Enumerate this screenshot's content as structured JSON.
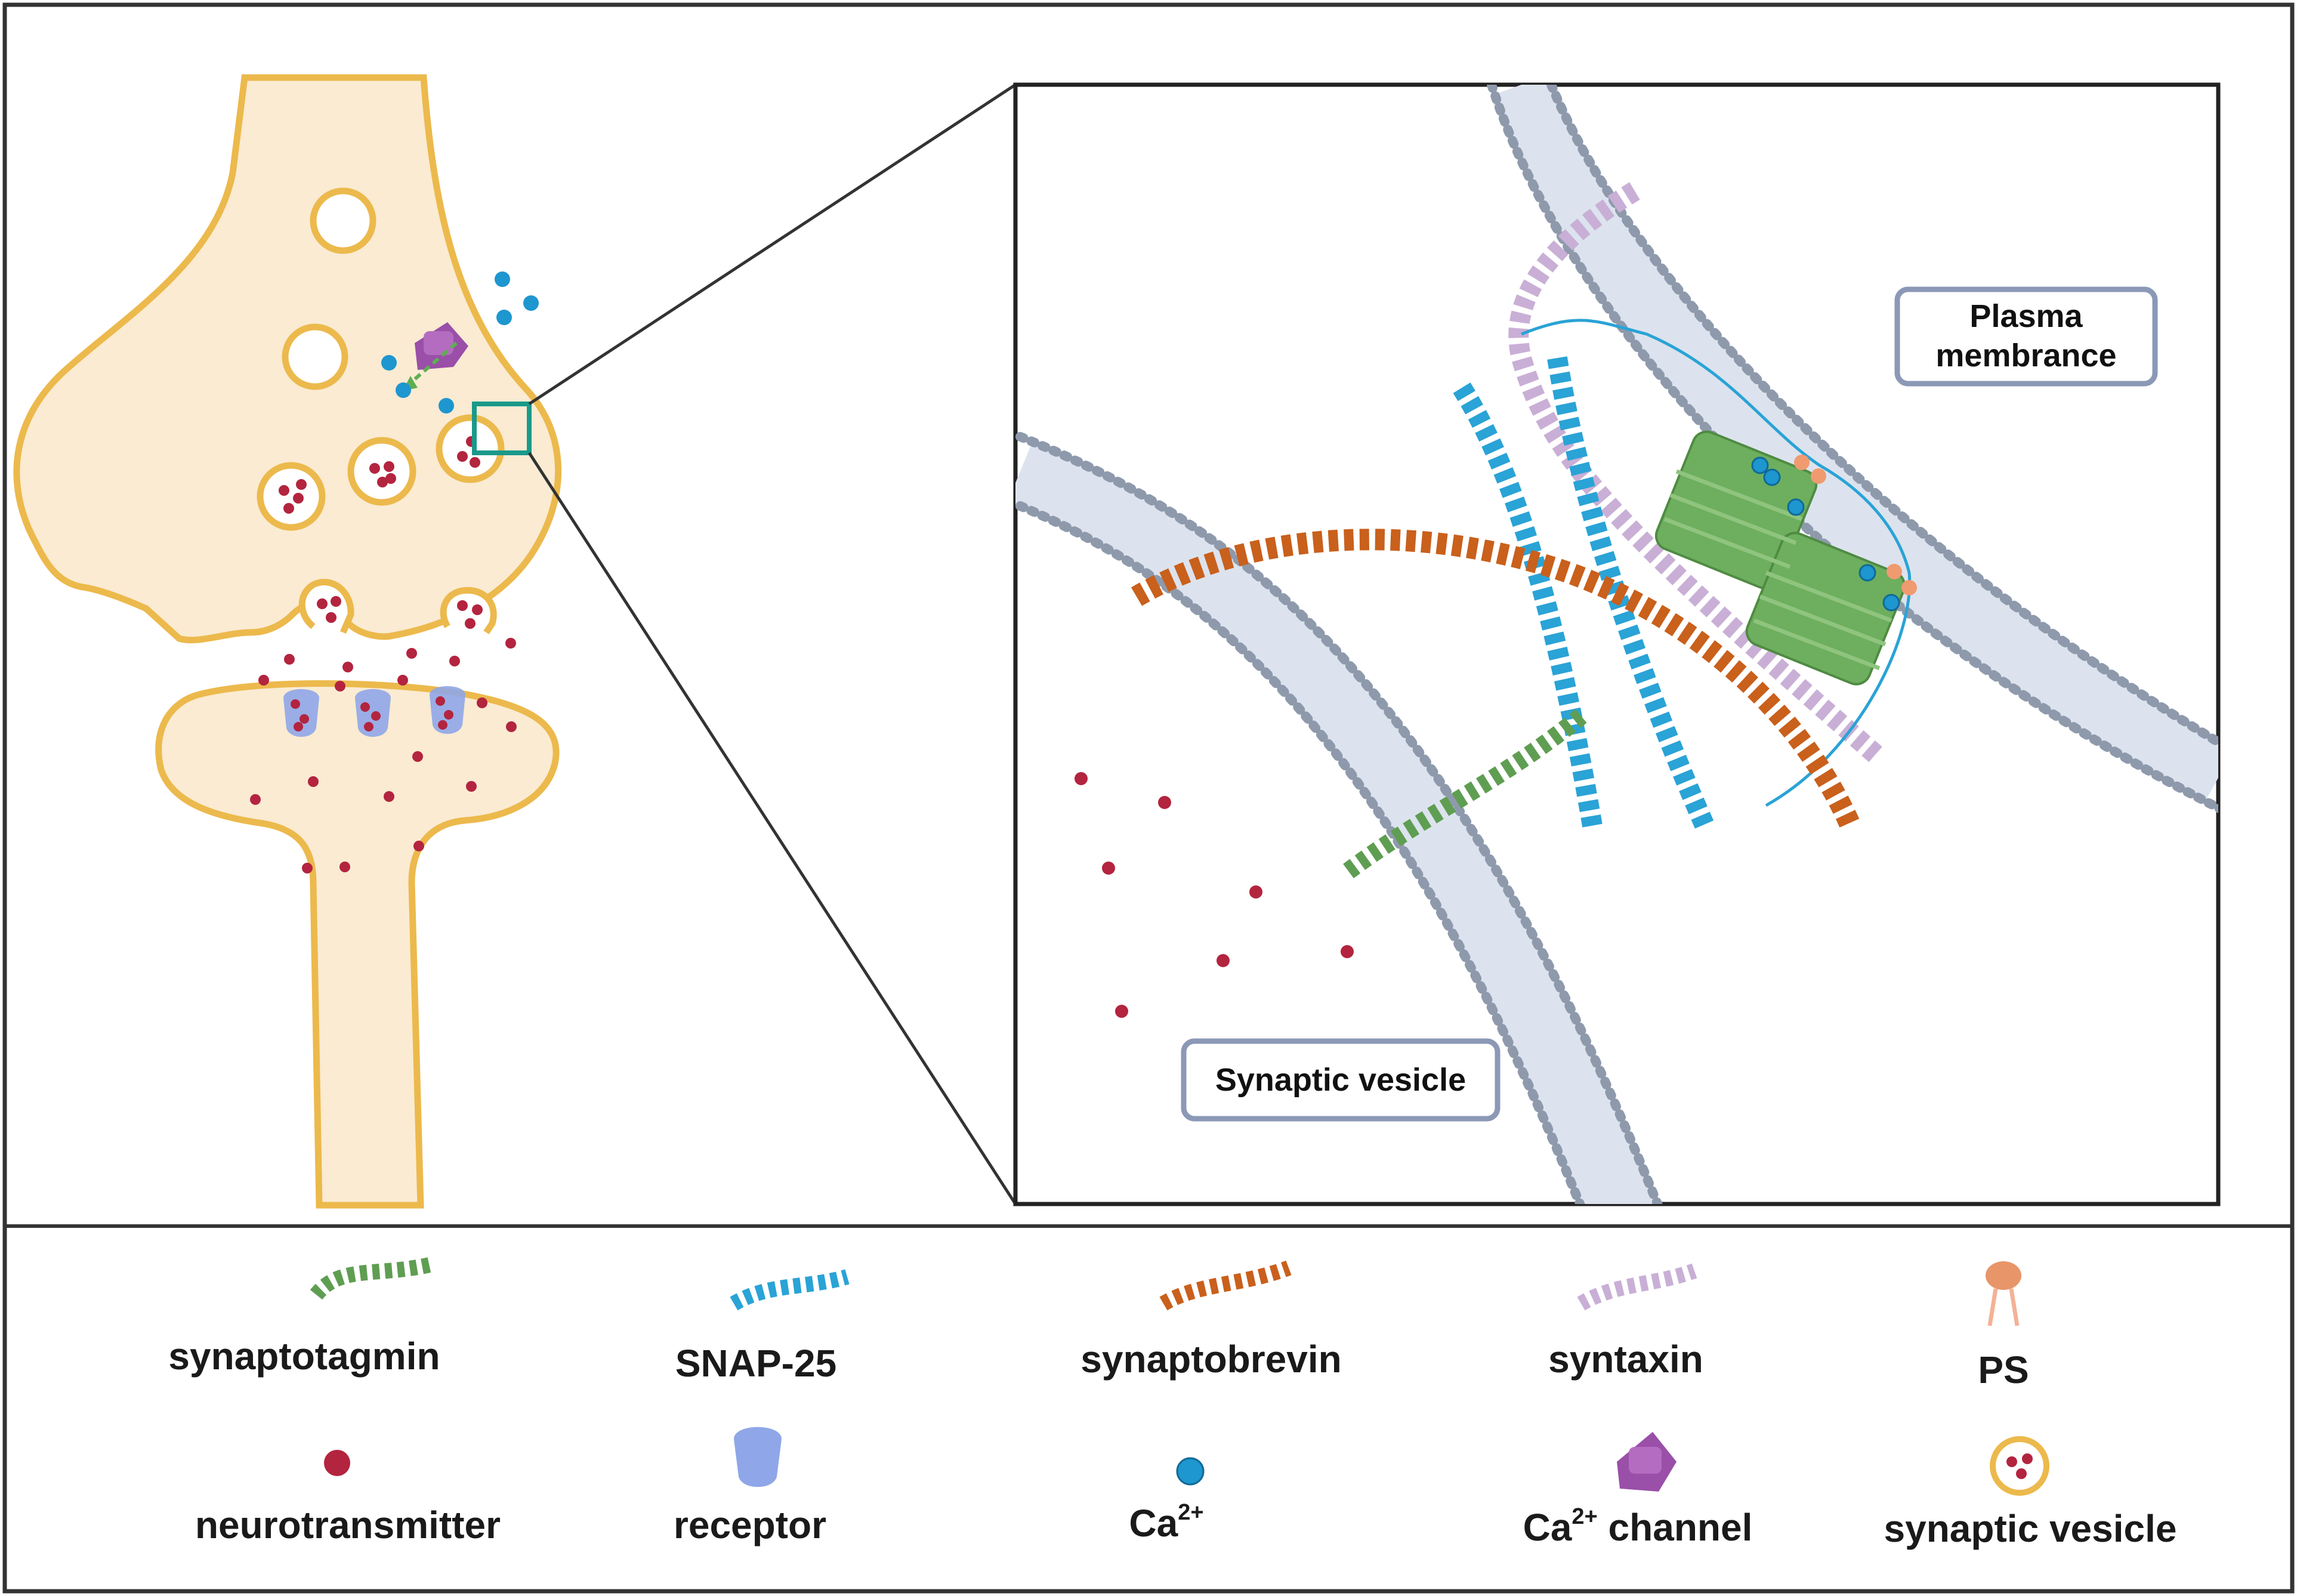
{
  "labels": {
    "plasma_line1": "Plasma",
    "plasma_line2": "membrance",
    "vesicle_box": "Synaptic vesicle"
  },
  "legend": {
    "synaptotagmin": "synaptotagmin",
    "snap25": "SNAP-25",
    "synaptobrevin": "synaptobrevin",
    "syntaxin": "syntaxin",
    "ps": "PS",
    "neurotransmitter": "neurotransmitter",
    "receptor": "receptor",
    "ca_base": "Ca",
    "ca_sup": "2+",
    "channel_base": "Ca",
    "channel_sup": "2+",
    "channel_rest": " channel",
    "synaptic_vesicle": "synaptic vesicle"
  },
  "colors": {
    "synaptotagmin": "#5f9e52",
    "snap25": "#2aa3d6",
    "synaptobrevin": "#c9601c",
    "syntaxin": "#c9afd6",
    "ps": "#f09a70",
    "neurotransmitter": "#b3243f",
    "receptor": "#8fa6e8",
    "calcium": "#1e96cf",
    "ca_channel": "#9a4fa8",
    "neuron_fill": "#faebd2",
    "neuron_outline": "#ecb94c",
    "membrane": "#8e9aac",
    "zoom_box": "#1a998a"
  }
}
